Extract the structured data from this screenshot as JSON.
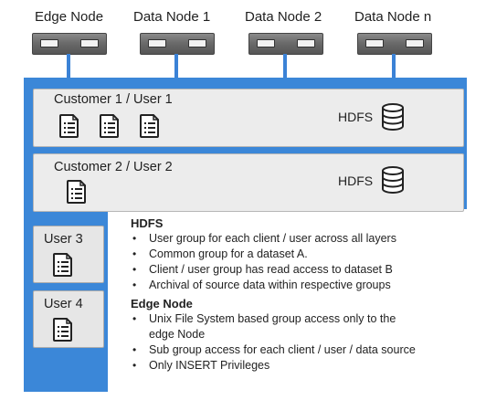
{
  "nodes": [
    {
      "label": "Edge Node"
    },
    {
      "label": "Data Node 1"
    },
    {
      "label": "Data Node 2"
    },
    {
      "label": "Data Node n"
    }
  ],
  "bands": [
    {
      "label": "Customer 1 / User 1",
      "storage_label": "HDFS"
    },
    {
      "label": "Customer 2 / User 2",
      "storage_label": "HDFS"
    }
  ],
  "users": [
    {
      "label": "User 3"
    },
    {
      "label": "User 4"
    }
  ],
  "info": {
    "hdfs_heading": "HDFS",
    "hdfs_items": [
      "User group for each client / user across all layers",
      "Common group for a dataset A.",
      "Client / user group has read access to dataset B",
      "Archival of source data within respective groups"
    ],
    "edge_heading": "Edge Node",
    "edge_items": [
      "Unix File System based group access only to the edge Node",
      "Sub group access for each client / user / data source",
      "Only INSERT Privileges"
    ]
  },
  "colors": {
    "cluster_blue": "#3b87d8",
    "band_gray": "#ececec",
    "server_gray": "#6b6b6b"
  },
  "icons": {
    "server": "server-icon",
    "document": "document-icon",
    "database": "database-icon"
  }
}
